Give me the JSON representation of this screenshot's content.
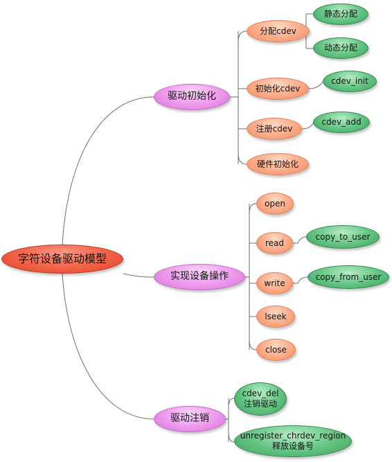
{
  "root": {
    "label": "字符设备驱动模型"
  },
  "branches": [
    {
      "label": "驱动初始化",
      "children": [
        {
          "label": "分配cdev",
          "children": [
            "静态分配",
            "动态分配"
          ]
        },
        {
          "label": "初始化cdev",
          "children": [
            "cdev_init"
          ]
        },
        {
          "label": "注册cdev",
          "children": [
            "cdev_add"
          ]
        },
        {
          "label": "硬件初始化",
          "children": []
        }
      ]
    },
    {
      "label": "实现设备操作",
      "children": [
        {
          "label": "open",
          "children": []
        },
        {
          "label": "read",
          "children": [
            "copy_to_user"
          ]
        },
        {
          "label": "write",
          "children": [
            "copy_from_user"
          ]
        },
        {
          "label": "lseek",
          "children": []
        },
        {
          "label": "close",
          "children": []
        }
      ]
    },
    {
      "label": "驱动注销",
      "children": [
        {
          "label": "cdev_del\n注销驱动",
          "children": []
        },
        {
          "label": "unregister_chrdev_region\n释放设备号",
          "children": []
        }
      ]
    }
  ]
}
